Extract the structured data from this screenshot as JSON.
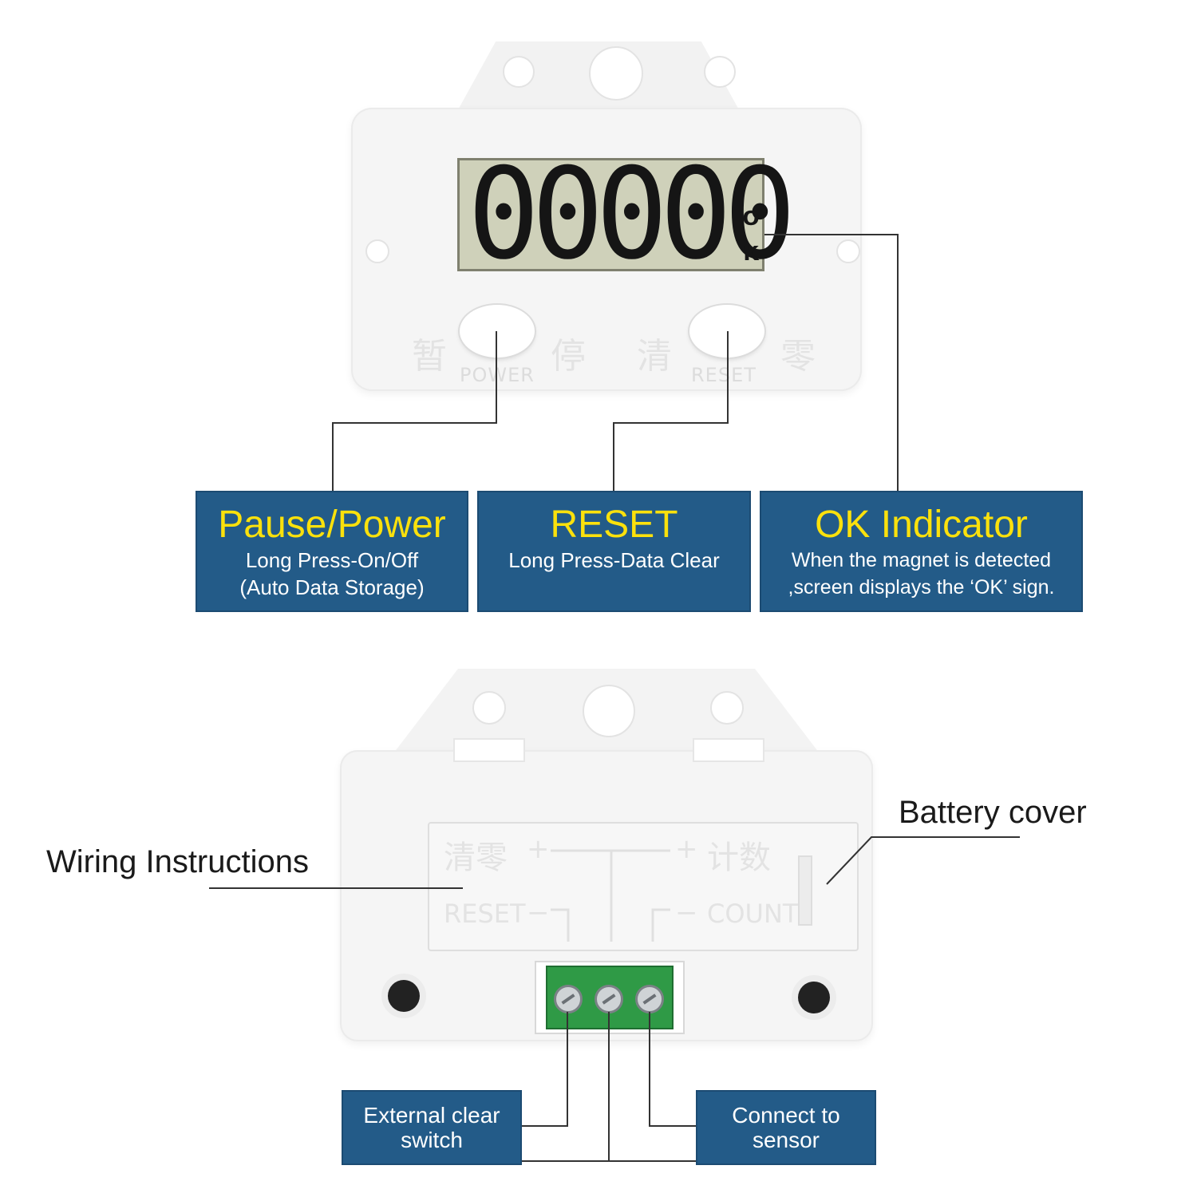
{
  "front_device": {
    "display_digits": "00000",
    "ok_sign": [
      "O",
      "K"
    ],
    "button_left_glyphs": [
      "暂",
      "停"
    ],
    "button_left_label": "POWER",
    "button_right_glyphs": [
      "清",
      "零"
    ],
    "button_right_label": "RESET"
  },
  "callouts": [
    {
      "title": "Pause/Power",
      "desc": [
        "Long Press-On/Off",
        "(Auto Data Storage)"
      ]
    },
    {
      "title": "RESET",
      "desc": [
        "Long Press-Data Clear"
      ]
    },
    {
      "title": "OK Indicator",
      "desc": [
        "When the magnet is detected",
        ",screen displays the ‘OK’ sign."
      ]
    }
  ],
  "back_device": {
    "battery_marks": {
      "reset_cn": "清零",
      "count_cn": "计数",
      "plus": "+",
      "minus": "−",
      "reset_en": "RESET",
      "count_en": "COUNT"
    },
    "labels": {
      "wiring": "Wiring Instructions",
      "battery": "Battery cover"
    }
  },
  "bottom_callouts": {
    "left": [
      "External clear",
      "switch"
    ],
    "right": [
      "Connect to",
      "sensor"
    ]
  },
  "colors": {
    "callout_bg": "#235b88",
    "callout_title": "#fbe10c",
    "terminal_green": "#2f9a46",
    "lcd_bg": "#cfd1ba"
  }
}
